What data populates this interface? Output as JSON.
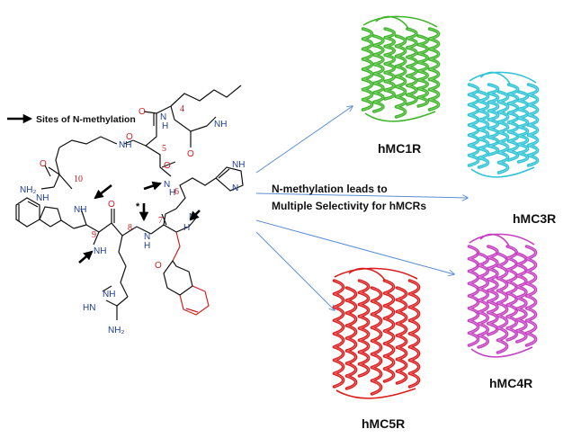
{
  "legend": {
    "text": "Sites of N-methylation"
  },
  "caption": {
    "line1": "N-methylation leads to",
    "line2": "Multiple Selectivity for hMCRs"
  },
  "receptors": [
    {
      "label": "hMC1R",
      "color": "#3fb52a"
    },
    {
      "label": "hMC3R",
      "color": "#2ec4d6"
    },
    {
      "label": "hMC4R",
      "color": "#c63fc2"
    },
    {
      "label": "hMC5R",
      "color": "#dd1c1c"
    }
  ],
  "peptide": {
    "residue_numbers": [
      "4",
      "5",
      "6",
      "7",
      "8",
      "9",
      "10"
    ],
    "star": "*",
    "atoms": {
      "nh2_amide": "NH₂",
      "nh_indole": "NH",
      "nh_imidazole": "NH",
      "n_imidazole": "N",
      "nh_guanidine": "NH",
      "hn_guanidine": "HN",
      "nh2_guanidine": "NH₂"
    }
  }
}
